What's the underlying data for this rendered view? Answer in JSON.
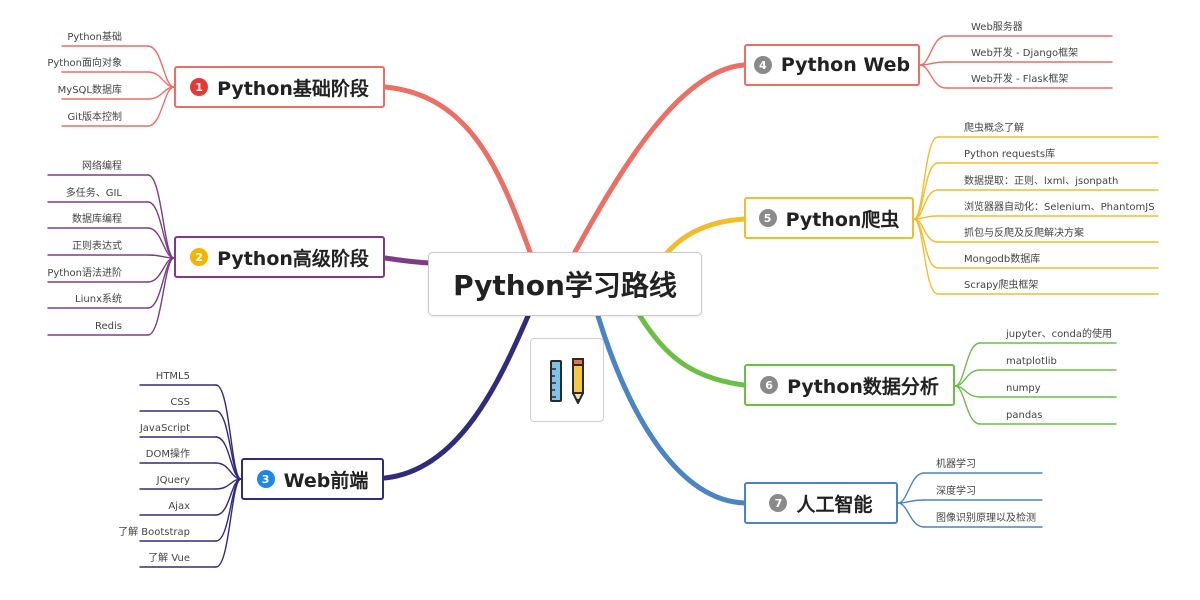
{
  "center": {
    "label": "Python学习路线"
  },
  "colors": {
    "b1": "#ec6f66",
    "b2": "#7d3d86",
    "b3": "#312b7e",
    "b4": "#ec6f66",
    "b5": "#f1bd2b",
    "b6": "#6cbf45",
    "b7": "#4a84c4"
  },
  "branches": [
    {
      "num": "1",
      "label": "Python基础阶段",
      "children": [
        "Python基础",
        "Python面向对象",
        "MySQL数据库",
        "Git版本控制"
      ]
    },
    {
      "num": "2",
      "label": "Python高级阶段",
      "children": [
        "网络编程",
        "多任务、GIL",
        "数据库编程",
        "正则表达式",
        "Python语法进阶",
        "Liunx系统",
        "Redis"
      ]
    },
    {
      "num": "3",
      "label": "Web前端",
      "children": [
        "HTML5",
        "CSS",
        "JavaScript",
        "DOM操作",
        "JQuery",
        "Ajax",
        "了解 Bootstrap",
        "了解 Vue"
      ]
    },
    {
      "num": "4",
      "label": "Python Web",
      "children": [
        "Web服务器",
        "Web开发 - Django框架",
        "Web开发 - Flask框架"
      ]
    },
    {
      "num": "5",
      "label": "Python爬虫",
      "children": [
        "爬虫概念了解",
        "Python requests库",
        "数据提取：正则、lxml、jsonpath",
        "浏览器器自动化：Selenium、PhantomJS",
        "抓包与反爬及反爬解决方案",
        "Mongodb数据库",
        "Scrapy爬虫框架"
      ]
    },
    {
      "num": "6",
      "label": "Python数据分析",
      "children": [
        "jupyter、conda的使用",
        "matplotlib",
        "numpy",
        "pandas"
      ]
    },
    {
      "num": "7",
      "label": "人工智能",
      "children": [
        "机器学习",
        "深度学习",
        "图像识别原理以及检测"
      ]
    }
  ],
  "icons": [
    "ruler-icon",
    "pencil-icon"
  ]
}
